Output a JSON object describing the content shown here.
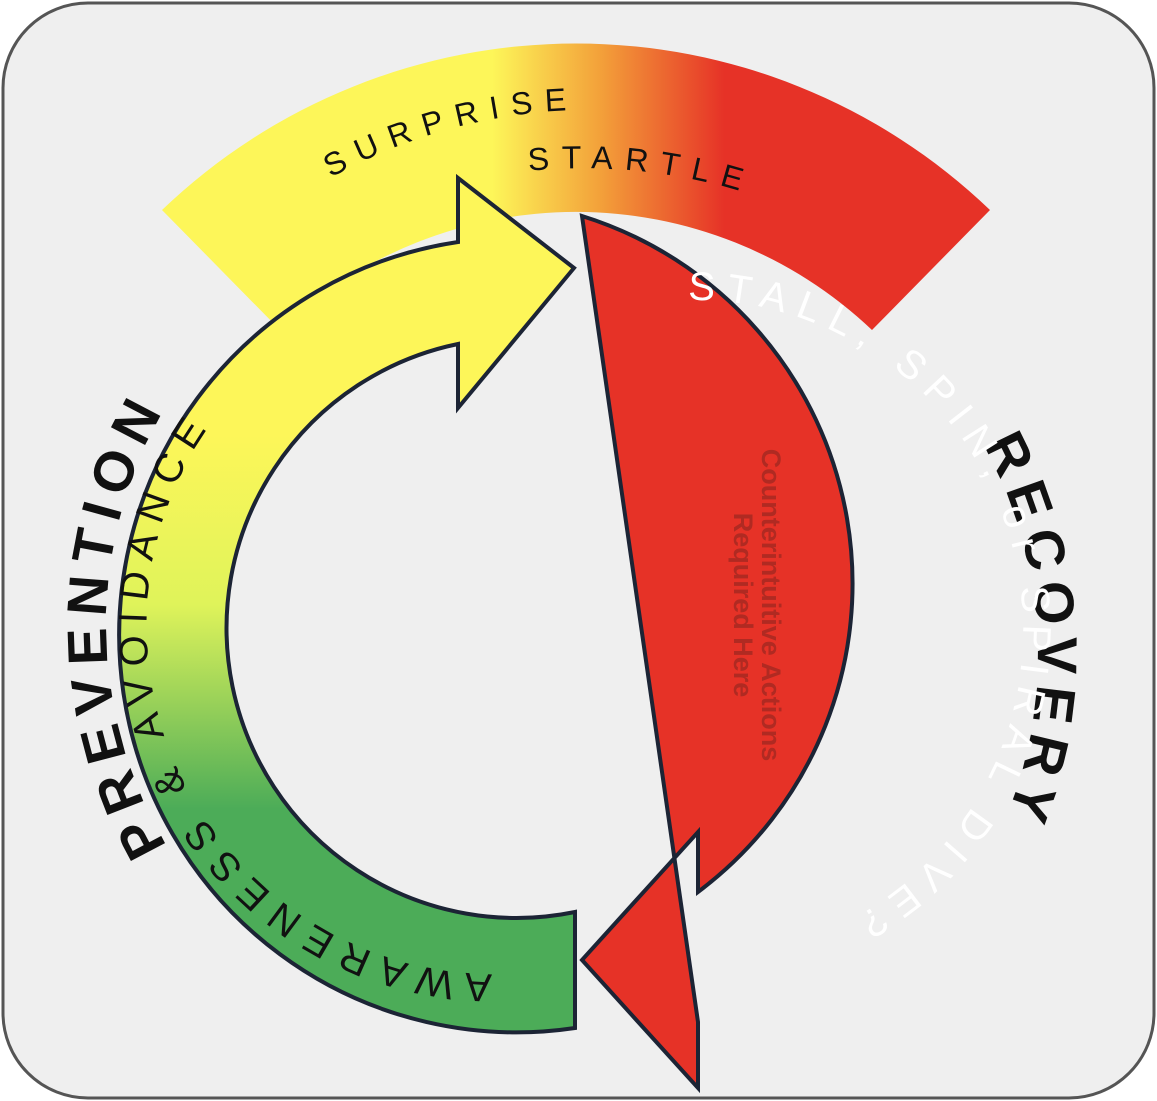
{
  "labels": {
    "prevention": "PREVENTION",
    "recovery": "RECOVERY",
    "surprise": "SURPRISE",
    "startle": "STARTLE",
    "awareness": "AWARENESS & AVOIDANCE",
    "stall": "STALL, SPIN, or SPIRAL DIVE?",
    "note_line1": "Counterintuitive Actions",
    "note_line2": "Required Here"
  },
  "colors": {
    "background": "#efefef",
    "frame": "#555555",
    "yellow": "#fdf659",
    "orange": "#f08a2e",
    "red": "#e63227",
    "green": "#4cac58",
    "outline": "#1c2435",
    "dark_text": "#111111",
    "note_text": "#b02a22"
  }
}
